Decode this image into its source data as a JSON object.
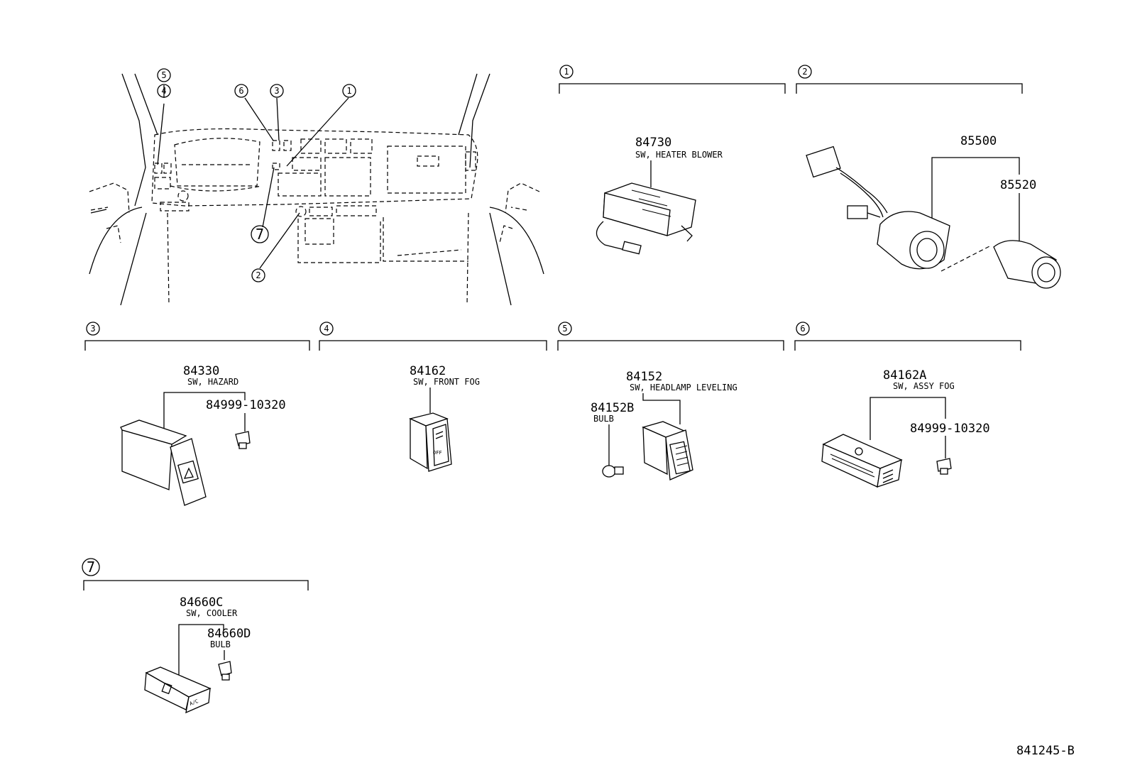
{
  "overview": {
    "callouts": [
      "5",
      "4",
      "6",
      "3",
      "1",
      "7",
      "2"
    ]
  },
  "sections": [
    {
      "id": "1",
      "parts": [
        {
          "number": "84730",
          "desc": "SW, HEATER BLOWER"
        }
      ]
    },
    {
      "id": "2",
      "parts": [
        {
          "number": "85500",
          "desc": ""
        },
        {
          "number": "85520",
          "desc": ""
        }
      ]
    },
    {
      "id": "3",
      "parts": [
        {
          "number": "84330",
          "desc": "SW, HAZARD"
        },
        {
          "number": "84999-10320",
          "desc": ""
        }
      ]
    },
    {
      "id": "4",
      "parts": [
        {
          "number": "84162",
          "desc": "SW, FRONT FOG"
        }
      ]
    },
    {
      "id": "5",
      "parts": [
        {
          "number": "84152",
          "desc": "SW, HEADLAMP LEVELING"
        },
        {
          "number": "84152B",
          "desc": "BULB"
        }
      ]
    },
    {
      "id": "6",
      "parts": [
        {
          "number": "84162A",
          "desc": "SW, ASSY FOG"
        },
        {
          "number": "84999-10320",
          "desc": ""
        }
      ]
    },
    {
      "id": "7",
      "parts": [
        {
          "number": "84660C",
          "desc": "SW, COOLER"
        },
        {
          "number": "84660D",
          "desc": "BULB"
        }
      ]
    }
  ],
  "part_face_labels": {
    "fog_switch_off": "OFF",
    "cooler_ac": "A/C"
  },
  "drawing_id": "841245-B"
}
